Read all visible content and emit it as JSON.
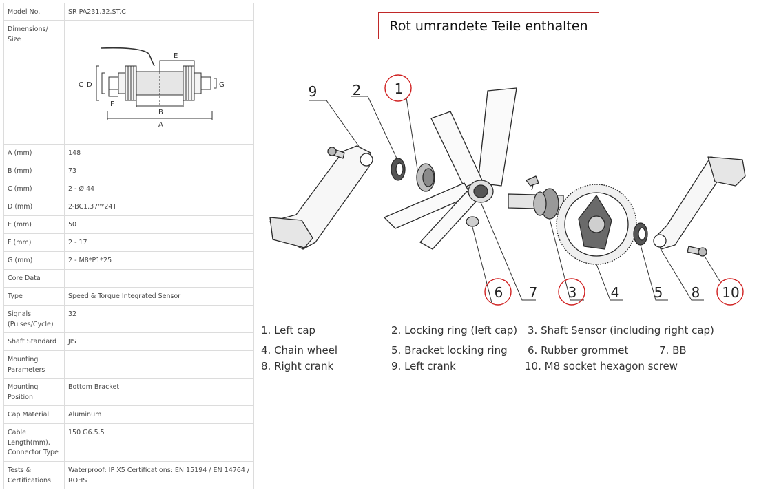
{
  "spec_table": {
    "model_no": {
      "key": "Model No.",
      "value": "SR PA231.32.ST.C"
    },
    "dimensions": {
      "key": "Dimensions/ Size"
    },
    "rows": [
      {
        "key": "A (mm)",
        "value": "148"
      },
      {
        "key": "B (mm)",
        "value": "73"
      },
      {
        "key": "C (mm)",
        "value": "2 - Ø 44"
      },
      {
        "key": "D (mm)",
        "value": "2-BC1.37\"*24T"
      },
      {
        "key": "E (mm)",
        "value": "50"
      },
      {
        "key": "F (mm)",
        "value": "2 - 17"
      },
      {
        "key": "G (mm)",
        "value": "2 - M8*P1*25"
      },
      {
        "key": "Core Data",
        "value": ""
      },
      {
        "key": "Type",
        "value": "Speed & Torque Integrated Sensor"
      },
      {
        "key": "Signals (Pulses/Cycle)",
        "value": "32"
      },
      {
        "key": "Shaft Standard",
        "value": "JIS"
      },
      {
        "key": "Mounting Parameters",
        "value": ""
      },
      {
        "key": "Mounting Position",
        "value": "Bottom Bracket"
      },
      {
        "key": "Cap Material",
        "value": "Aluminum"
      },
      {
        "key": "Cable Length(mm), Connector Type",
        "value": "150 G6.5.5"
      },
      {
        "key": "Tests & Certifications",
        "value": "Waterproof: IP X5 Certifications: EN 15194 / EN 14764 / ROHS"
      }
    ]
  },
  "dimension_drawing": {
    "labels": {
      "a": "A",
      "b": "B",
      "c": "C",
      "d": "D",
      "e": "E",
      "f": "F",
      "g": "G"
    }
  },
  "caption": "Rot umrandete Teile enthalten",
  "callouts": [
    "9",
    "2",
    "1",
    "6",
    "7",
    "3",
    "4",
    "5",
    "8",
    "10"
  ],
  "legend": [
    "1. Left cap",
    "2. Locking ring (left cap)",
    "3. Shaft Sensor (including right cap)",
    "4. Chain wheel",
    "5. Bracket locking ring",
    "6. Rubber grommet",
    "7. BB",
    "8. Right crank",
    "9. Left crank",
    "10. M8 socket hexagon screw"
  ],
  "colors": {
    "highlight_circle": "#d02020",
    "caption_border": "#c02828",
    "table_border": "#dcdcdc"
  }
}
